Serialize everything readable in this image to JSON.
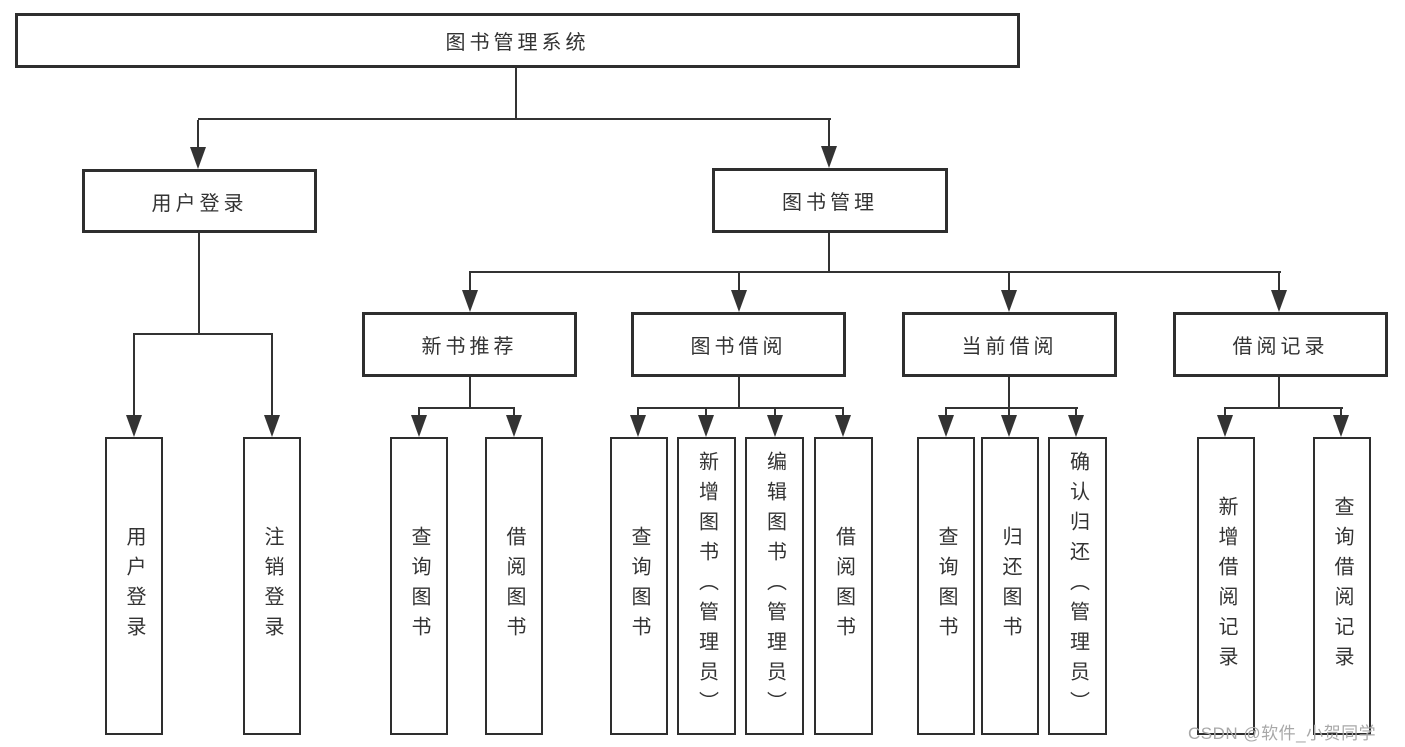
{
  "diagram_type": "hierarchy",
  "root": {
    "label": "图书管理系统"
  },
  "branches": [
    {
      "label": "用户登录",
      "children": [
        {
          "label": "用户登录"
        },
        {
          "label": "注销登录"
        }
      ]
    },
    {
      "label": "图书管理",
      "sections": [
        {
          "label": "新书推荐",
          "children": [
            {
              "label": "查询图书"
            },
            {
              "label": "借阅图书"
            }
          ]
        },
        {
          "label": "图书借阅",
          "children": [
            {
              "label": "查询图书"
            },
            {
              "label": "新增图书（管理员）"
            },
            {
              "label": "编辑图书（管理员）"
            },
            {
              "label": "借阅图书"
            }
          ]
        },
        {
          "label": "当前借阅",
          "children": [
            {
              "label": "查询图书"
            },
            {
              "label": "归还图书"
            },
            {
              "label": "确认归还（管理员）"
            }
          ]
        },
        {
          "label": "借阅记录",
          "children": [
            {
              "label": "新增借阅记录"
            },
            {
              "label": "查询借阅记录"
            }
          ]
        }
      ]
    }
  ],
  "watermark": "CSDN @软件_小贺同学",
  "colors": {
    "line": "#333333",
    "box_border": "#2e2e2e",
    "box_fill": "#ffffff",
    "text": "#333333",
    "watermark_text": "#a8a8a8",
    "background": "#ffffff"
  }
}
